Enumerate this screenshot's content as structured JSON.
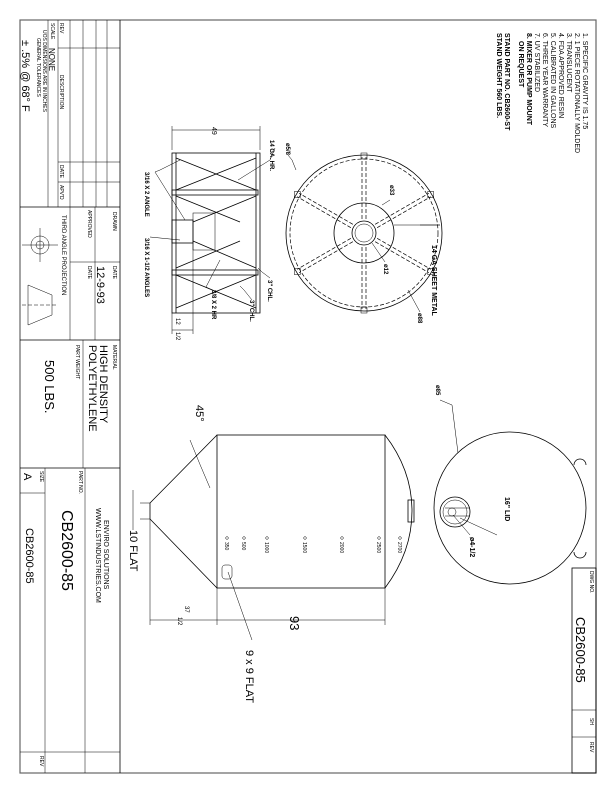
{
  "notes": [
    "1. SPECIFIC GRAVITY IS 1.75",
    "2. 1 PIECE ROTATIONALLY MOLDED",
    "3. TRANSLUCENT",
    "4. FDA APPROVED RESIN",
    "5. CALIBRATED IN GALLONS",
    "6. THREE YEAR WARRANTY",
    "7. UV STABILIZED",
    "8. MIXER OR PUMP MOUNT",
    "ON REQUEST",
    "STAND PART NO. CB2600-ST",
    "STAND WEIGHT 560 LBS."
  ],
  "stand_callouts": {
    "ga_hr": "14 GA. HR.",
    "dim_49": "49",
    "angle_2": "3/16 X 2 ANGLE",
    "angles_1_5": "3/16 X 1-1/2 ANGLES",
    "chl_1": "3\" CHL.",
    "chl_2": "3\" CHL.",
    "hr_3_8": "3/8 X 2 HR",
    "dim_12": "12",
    "dim_half": "1/2",
    "d_5_8": "ø5/8",
    "d_33": "ø33",
    "d_12": "ø12",
    "d_88": "ø88",
    "sheet_metal": "14 GA SHEET METAL"
  },
  "tank_callouts": {
    "d_85": "ø85",
    "lid": "16\" LID",
    "d_4_5": "ø4-1/2",
    "angle_45": "45°",
    "flat_10": "10 FLAT",
    "dim_93": "93",
    "dim_37": "37",
    "dim_37_half": "1/2",
    "flat_9x9": "9 x 9 FLAT",
    "graduations": [
      "2700",
      "2500",
      "2000",
      "1500",
      "1000",
      "500",
      "350"
    ]
  },
  "title_block": {
    "rev_header": "REV",
    "description_header": "DESCRIPTION",
    "date_header": "DATE",
    "apvd_header": "APV'D",
    "scale_label": "SCALE",
    "scale_value": "NONE",
    "tolerance_line1": "UOS DIMENSIONS ARE IN INCHES",
    "tolerance_line2": "GENERAL TOLERANCES",
    "tolerance_value": "± .5% @ 68° F",
    "drawn_label": "DRAWN",
    "approved_label": "APPROVED",
    "date_label": "DATE",
    "date_value": "12-9-93",
    "date_label_2": "DATE",
    "projection_label": "THIRD ANGLE PROJECTION",
    "material_label": "MATERIAL",
    "material_line1": "HIGH DENSITY",
    "material_line2": "POLYETHYLENE",
    "part_weight_label": "PART WEIGHT",
    "part_weight_value": "500 LBS.",
    "company": "ENVIRO SOLUTIONS",
    "website": "WWW.LSTINDUSTRIES.COM",
    "part_no_label": "PART NO.",
    "part_no_value": "CB2600-85",
    "size_label": "SIZE",
    "size_value": "A",
    "dwg_value_bottom": "CB2600-85",
    "rev_label_bottom": "REV"
  },
  "dwg_block": {
    "dwg_no_label": "DWG NO.",
    "dwg_no_value": "CB2600-85",
    "sh_label": "SH",
    "rev_label": "REV"
  }
}
